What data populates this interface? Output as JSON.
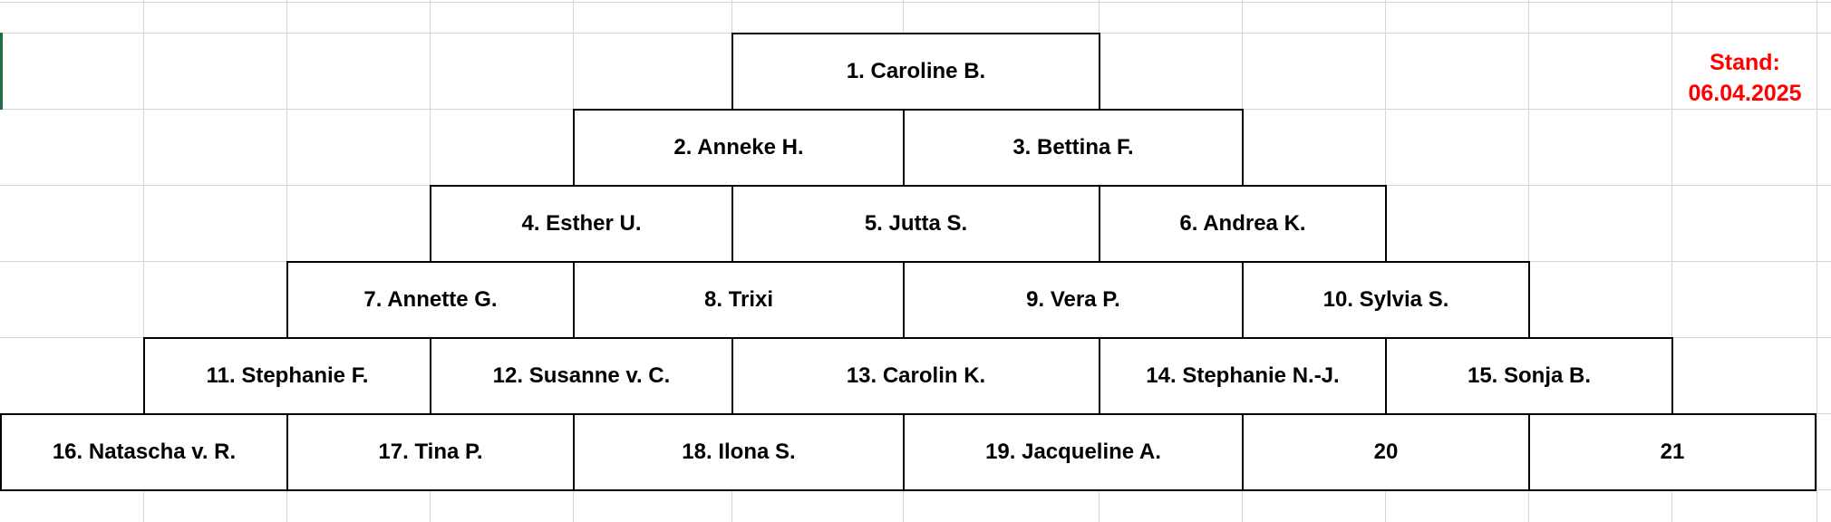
{
  "stand": {
    "label": "Stand:",
    "date": "06.04.2025",
    "color": "#ff0000"
  },
  "rows": [
    [
      "1. Caroline B."
    ],
    [
      "2. Anneke H.",
      "3. Bettina F."
    ],
    [
      "4. Esther U.",
      "5. Jutta S.",
      "6. Andrea K."
    ],
    [
      "7. Annette G.",
      "8. Trixi",
      "9. Vera P.",
      "10. Sylvia S."
    ],
    [
      "11. Stephanie F.",
      "12. Susanne v. C.",
      "13. Carolin K.",
      "14. Stephanie N.-J.",
      "15. Sonja B."
    ],
    [
      "16. Natascha v. R.",
      "17. Tina P.",
      "18. Ilona S.",
      "19. Jacqueline A.",
      "20",
      "21"
    ]
  ]
}
